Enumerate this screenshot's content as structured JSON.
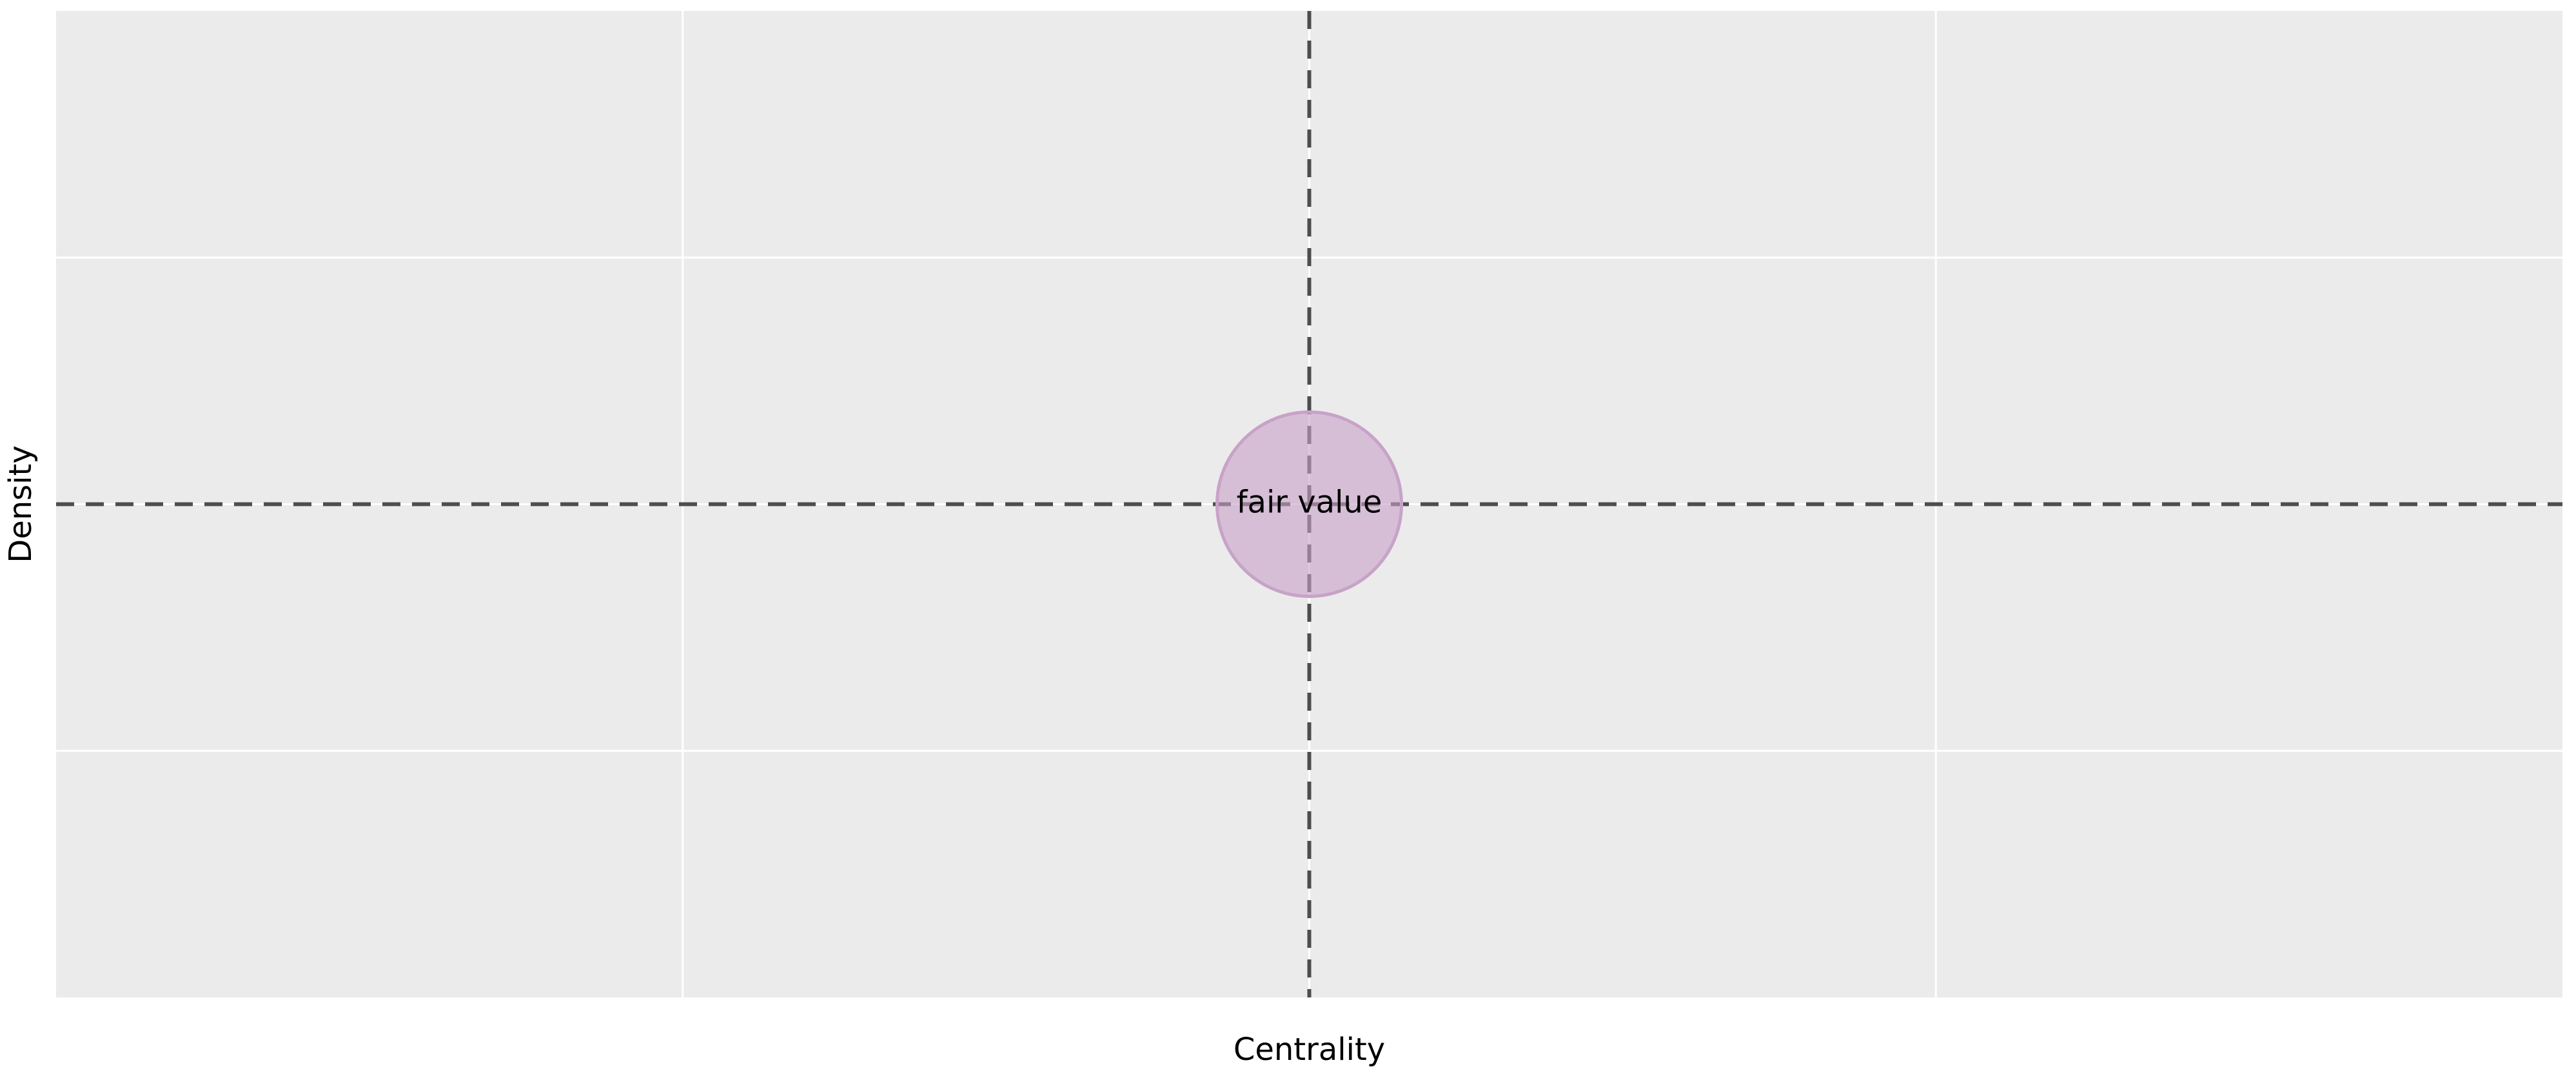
{
  "chart_data": {
    "type": "scatter",
    "title": "",
    "xlabel": "Centrality",
    "ylabel": "Density",
    "xlim": [
      0,
      4
    ],
    "ylim": [
      0,
      4
    ],
    "x_grid_lines": [
      1,
      2,
      3
    ],
    "y_grid_lines": [
      1,
      2,
      3
    ],
    "grid": true,
    "reference_lines": {
      "vertical_x": 2,
      "horizontal_y": 2,
      "style": "dashed"
    },
    "points": [
      {
        "label": "fair value",
        "x": 2,
        "y": 2,
        "size_value": 1,
        "color": "#c8a2c8"
      }
    ],
    "colors": {
      "plot_background": "#ebebeb",
      "grid": "#ffffff",
      "reference_line": "#4d4d4d",
      "point_fill": "#c8a2c8",
      "point_stroke": "#c8a2c8"
    }
  }
}
